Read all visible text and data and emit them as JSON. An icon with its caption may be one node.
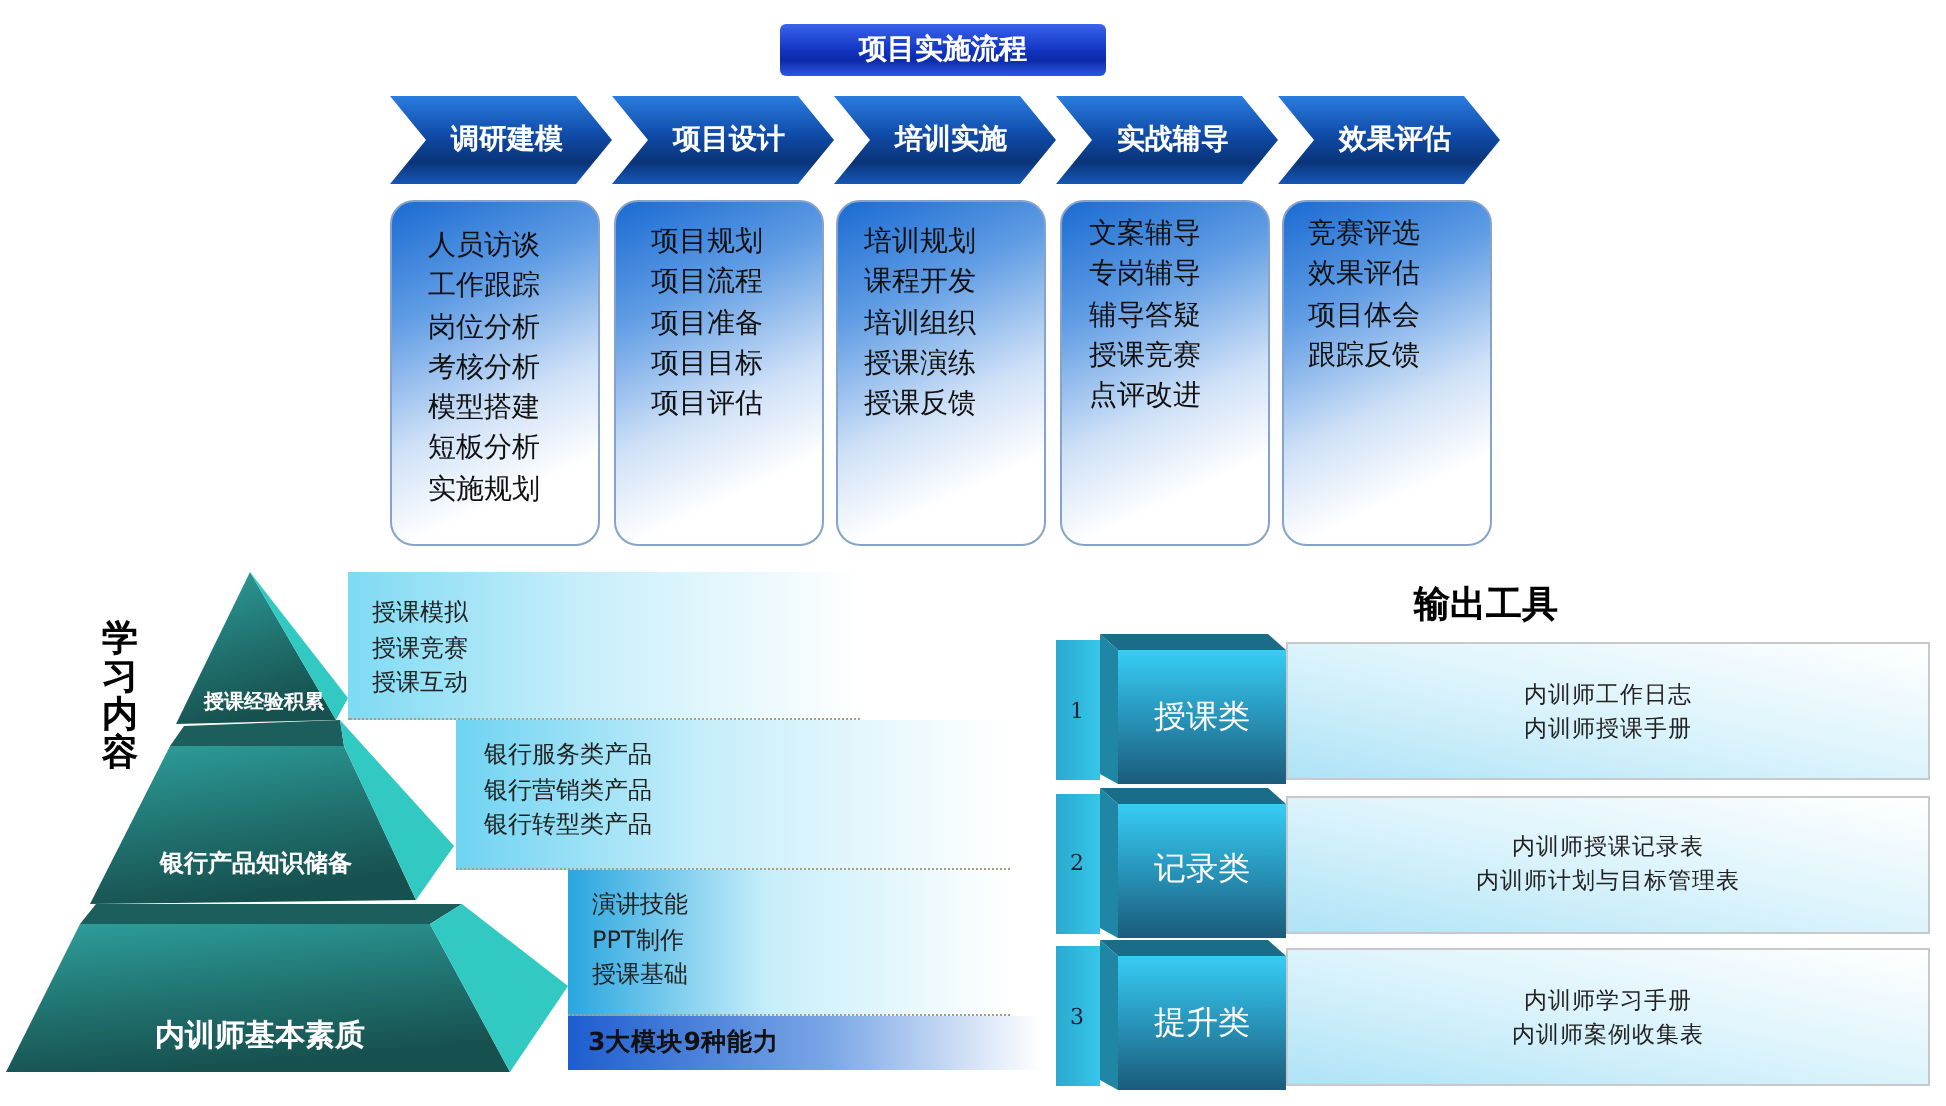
{
  "diagram": {
    "nodes": [
      {
        "text": [
          "项目实施流程"
        ]
      },
      {
        "text": [
          "调研建模"
        ]
      },
      {
        "text": [
          "项目设计"
        ]
      },
      {
        "text": [
          "培训实施"
        ]
      },
      {
        "text": [
          "实战辅导"
        ]
      },
      {
        "text": [
          "效果评估"
        ]
      },
      {
        "text": [
          "人员访谈",
          "工作跟踪",
          "岗位分析",
          "考核分析",
          "模型搭建",
          "短板分析",
          "实施规划"
        ]
      },
      {
        "text": [
          "项目规划",
          "项目流程",
          "项目准备",
          "项目目标",
          "项目评估"
        ]
      },
      {
        "text": [
          "培训规划",
          "课程开发",
          "培训组织",
          "授课演练",
          "授课反馈"
        ]
      },
      {
        "text": [
          "文案辅导",
          "专岗辅导",
          "辅导答疑",
          "授课竞赛",
          "点评改进"
        ]
      },
      {
        "text": [
          "竞赛评选",
          "效果评估",
          "项目体会",
          "跟踪反馈"
        ]
      },
      {
        "text": [
          "授课经验积累"
        ]
      },
      {
        "text": [
          "授课模拟",
          "授课竞赛",
          "授课互动"
        ]
      },
      {
        "text": [
          "银行产品知识储备"
        ]
      },
      {
        "text": [
          "银行服务类产品",
          "银行营销类产品",
          "银行转型类产品"
        ]
      },
      {
        "text": [
          "内训师基本素质"
        ]
      },
      {
        "text": [
          "演讲技能",
          "PPT制作",
          "授课基础"
        ]
      },
      {
        "text": [
          "3大模块9种能力"
        ]
      },
      {
        "text": [
          "1"
        ]
      },
      {
        "text": [
          "授课类"
        ]
      },
      {
        "text": [
          "内训师工作日志",
          "内训师授课手册"
        ]
      },
      {
        "text": [
          "2"
        ]
      },
      {
        "text": [
          "记录类"
        ]
      },
      {
        "text": [
          "内训师授课记录表",
          "内训师计划与目标管理表"
        ]
      },
      {
        "text": [
          "3"
        ]
      },
      {
        "text": [
          "提升类"
        ]
      },
      {
        "text": [
          "内训师学习手册",
          "内训师案例收集表"
        ]
      }
    ],
    "labels": [
      "学习内容",
      "输出工具"
    ]
  }
}
